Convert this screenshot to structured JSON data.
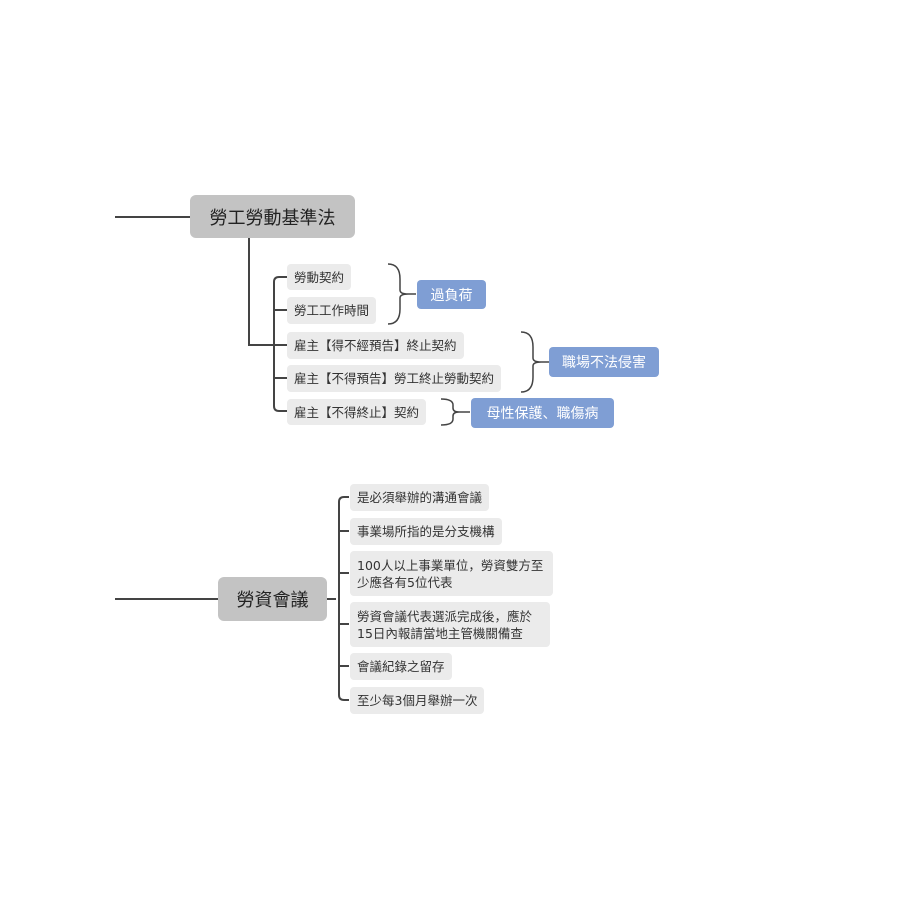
{
  "map1": {
    "title": "勞工勞動基準法",
    "items": [
      "勞動契約",
      "勞工工作時間",
      "雇主【得不經預告】終止契約",
      "雇主【不得預告】勞工終止勞動契約",
      "雇主【不得終止】契約"
    ],
    "summaries": [
      "過負荷",
      "職場不法侵害",
      "母性保護、職傷病"
    ]
  },
  "map2": {
    "title": "勞資會議",
    "items": [
      "是必須舉辦的溝通會議",
      "事業場所指的是分支機構",
      "100人以上事業單位，勞資雙方至少應各有5位代表",
      "勞資會議代表選派完成後，應於15日內報請當地主管機關備查",
      "會議紀錄之留存",
      "至少每3個月舉辦一次"
    ]
  },
  "colors": {
    "topic_bg": "#c3c3c3",
    "subtopic_bg": "#ebebeb",
    "summary_bg": "#7f9ed4",
    "line": "#444444"
  }
}
